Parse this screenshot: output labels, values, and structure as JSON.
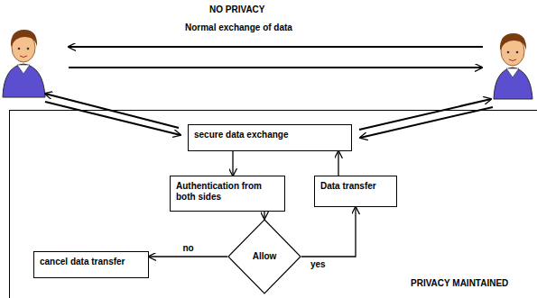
{
  "diagram": {
    "nodes": [
      {
        "text": [
          "PRIVACY MAINTAINED"
        ]
      },
      {
        "text": [
          "secure data exchange"
        ],
        "in": 0
      },
      {
        "text": [
          "Authentication from both sides"
        ],
        "in": 0
      },
      {
        "text": [
          "Data transfer"
        ],
        "in": 0
      },
      {
        "text": [
          "Allow"
        ],
        "in": 0
      },
      {
        "text": [
          "cancel data transfer"
        ],
        "in": 0
      }
    ],
    "edges": [
      {
        "from": 1,
        "to": 2,
        "arrow": "to"
      },
      {
        "from": 2,
        "to": 4,
        "arrow": "to"
      },
      {
        "from": 4,
        "to": 5,
        "label": "no",
        "arrow": "to"
      },
      {
        "from": 4,
        "to": 3,
        "label": "yes",
        "arrow": "to"
      },
      {
        "from": 3,
        "to": 1,
        "arrow": "to"
      }
    ],
    "labels": [
      "NO PRIVACY",
      "Normal exchange of data"
    ]
  }
}
